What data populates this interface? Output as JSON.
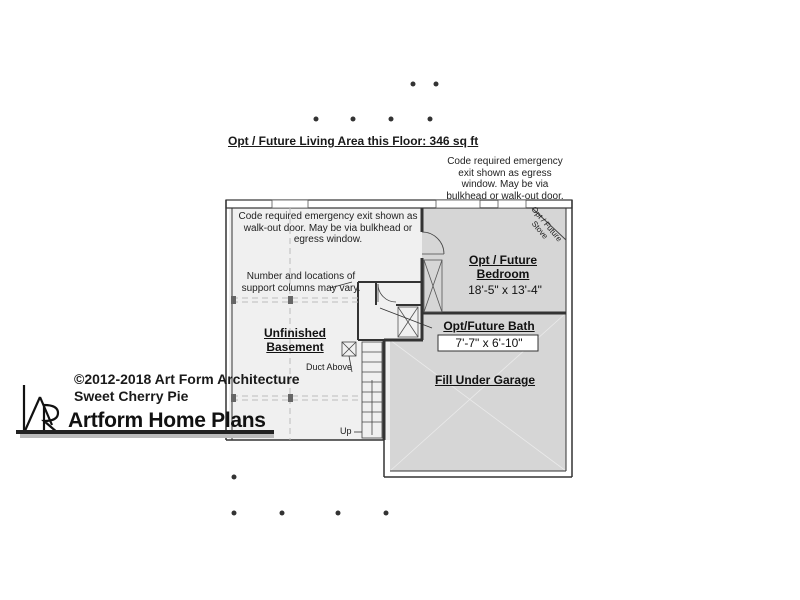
{
  "plan": {
    "floor_title": "Opt / Future Living Area this Floor: 346 sq ft",
    "notes": {
      "egress_top": "Code required emergency exit shown as egress window. May be via bulkhead or walk-out door.",
      "egress_left": "Code required emergency exit shown as walk-out door. May be via bulkhead or egress window.",
      "support_columns": "Number and locations of support columns may vary.",
      "stove": "Opt / Future Stove",
      "duct": "Duct Above",
      "up": "Up"
    },
    "rooms": {
      "bedroom_name": "Opt / Future Bedroom",
      "bedroom_dims": "18'-5\" x 13'-4\"",
      "bath_name": "Opt/Future Bath",
      "bath_dims": "7'-7\" x 6'-10\"",
      "basement_name": "Unfinished Basement",
      "garage_name": "Fill Under Garage"
    },
    "colors": {
      "basement_fill": "#f0f0f0",
      "finished_fill": "#d6d6d6",
      "wall": "#333333"
    }
  },
  "branding": {
    "copyright": "©2012-2018 Art Form Architecture",
    "plan_name": "Sweet Cherry Pie",
    "brand_name": "Artform Home Plans",
    "logo_icon": "ar-monogram-icon"
  }
}
